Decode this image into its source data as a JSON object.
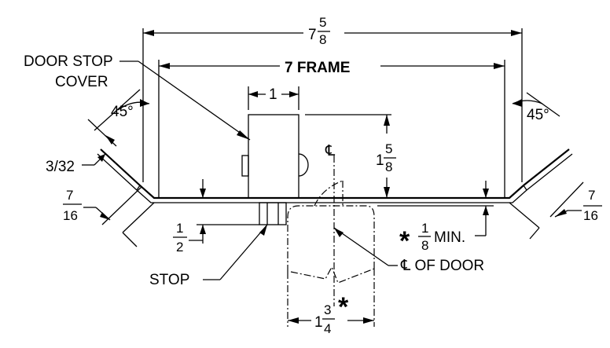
{
  "labels": {
    "overall_width": {
      "whole": "7",
      "num": "5",
      "den": "8"
    },
    "frame": "7 FRAME",
    "door_stop_cover": [
      "DOOR STOP",
      "COVER"
    ],
    "angle_left": "45°",
    "angle_right": "45°",
    "gauge": "3/32",
    "return_left": {
      "num": "7",
      "den": "16"
    },
    "return_right": {
      "num": "7",
      "den": "16"
    },
    "cover_width": "1",
    "cover_height": {
      "whole": "1",
      "num": "5",
      "den": "8"
    },
    "centerline_symbol": "℄",
    "min_clearance": {
      "star": "*",
      "num": "1",
      "den": "8",
      "suffix": "MIN."
    },
    "stop_height": {
      "num": "1",
      "den": "2"
    },
    "stop": "STOP",
    "centerline_door": "℄ OF DOOR",
    "door_thickness": {
      "whole": "1",
      "num": "3",
      "den": "4"
    },
    "star_note": "*"
  }
}
